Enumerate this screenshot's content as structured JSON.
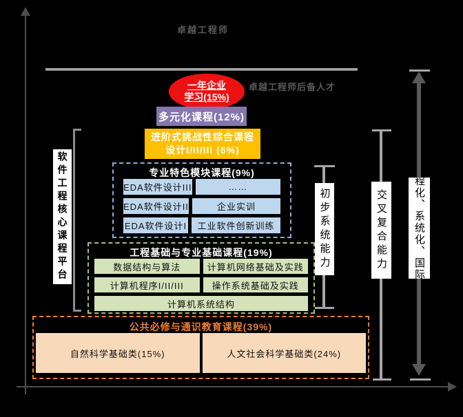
{
  "top": {
    "goal_label": "卓越工程师",
    "reserve_label": "卓越工程师后备人才"
  },
  "ellipse": {
    "line1": "一年企业",
    "line2": "学习(15%)"
  },
  "purple_box": {
    "label": "多元化课程(12%)"
  },
  "gold_box": {
    "line1": "进阶式挑战性综合课程",
    "line2": "设计I/II/III (6%)"
  },
  "module_box": {
    "title": "专业特色模块课程(9%)",
    "rows": [
      [
        "EDA软件设计III",
        "……"
      ],
      [
        "EDA软件设计II",
        "企业实训"
      ],
      [
        "EDA软件设计I",
        "工业软件创新训练"
      ]
    ]
  },
  "foundation_box": {
    "title": "工程基础与专业基础课程(19%)",
    "rows": [
      [
        "数据结构与算法",
        "计算机网络基础及实践"
      ],
      [
        "计算机程序I/II/III",
        "操作系统基础及实践"
      ]
    ],
    "bottom": "计算机系统结构"
  },
  "general_box": {
    "title": "公共必修与通识教育课程(39%)",
    "cells": [
      "自然科学基础类(15%)",
      "人文社会科学基础类(24%)"
    ]
  },
  "left_platform": {
    "label": "软件工程核心课程平台"
  },
  "capability": {
    "initial": "初步系统能力",
    "cross": "交叉复合能力"
  },
  "right_axis": {
    "label": "程化、系统化、国际"
  },
  "colors": {
    "background": "#000000",
    "caption_grey": "#595959",
    "axis_grey": "#4d4d4d",
    "line_grey": "#a6a6a6",
    "ellipse_red": "#ee1111",
    "purple": "#8477ae",
    "gold": "#ffc000",
    "module_border_blue": "#8faadc",
    "module_cell_blue": "#bdd7ee",
    "foundation_border_green": "#a5bf77",
    "foundation_cell_green": "#d5e3bb",
    "general_border_orange": "#ed7d31",
    "general_cell_peach": "#f8dabb"
  }
}
